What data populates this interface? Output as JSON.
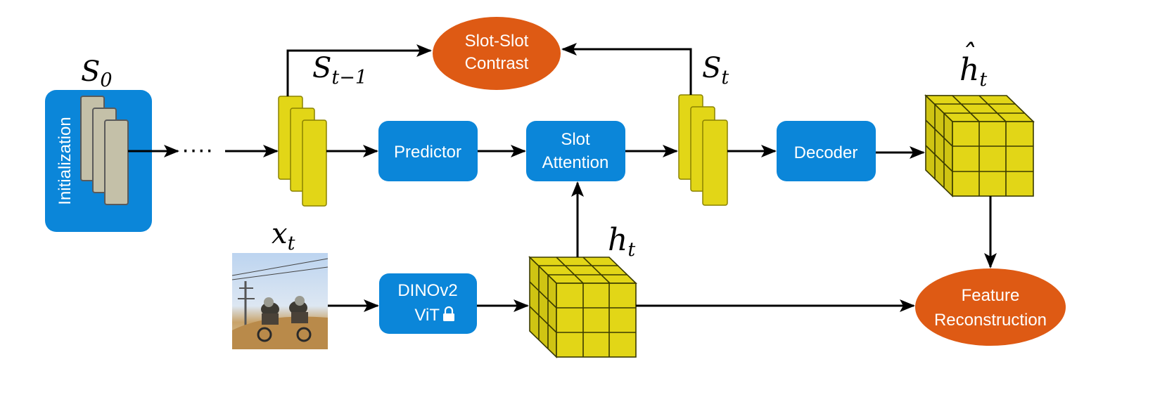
{
  "colors": {
    "module_blue": "#0b86d9",
    "loss_orange": "#de5a14",
    "slot_yellow": "#e2d617",
    "slot_yellow_dark": "#c9bd10",
    "init_slot_gray": "#c4c0a8",
    "arrow": "#000000"
  },
  "labels": {
    "init_box": "Initialization",
    "s0_base": "S",
    "s0_sub": "0",
    "ellipsis": "····",
    "s_prev_base": "S",
    "s_prev_sub": "t−1",
    "s_t_base": "S",
    "s_t_sub": "t",
    "h_hat_base": "h",
    "h_hat_accent": "ˆ",
    "h_hat_sub": "t",
    "h_t_base": "h",
    "h_t_sub": "t",
    "x_t_base": "x",
    "x_t_sub": "t"
  },
  "modules": {
    "predictor": "Predictor",
    "slot_attention_line1": "Slot",
    "slot_attention_line2": "Attention",
    "decoder": "Decoder",
    "dino_line1": "DINOv2",
    "dino_line2": "ViT"
  },
  "losses": {
    "slot_contrast_line1": "Slot-Slot",
    "slot_contrast_line2": "Contrast",
    "feature_recon_line1": "Feature",
    "feature_recon_line2": "Reconstruction"
  },
  "icons": {
    "frozen": "lock-icon",
    "input_frame": "video-frame-image"
  }
}
